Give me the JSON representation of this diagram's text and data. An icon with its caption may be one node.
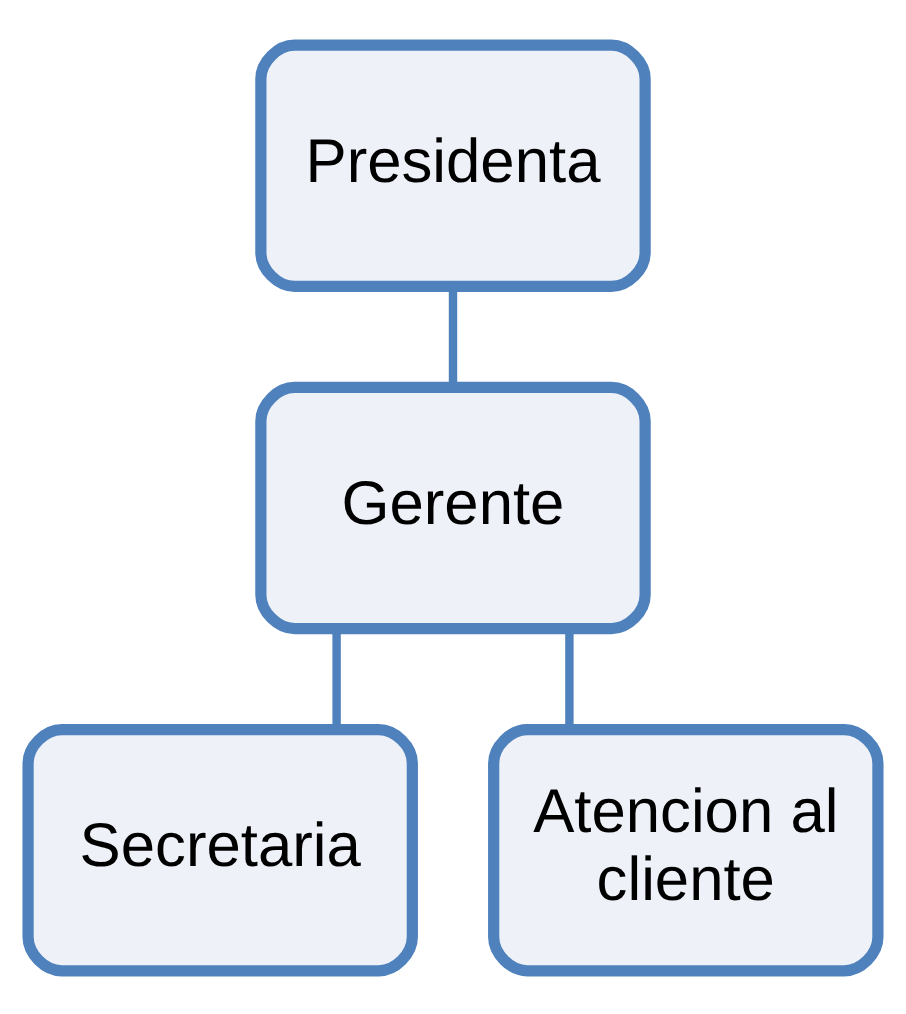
{
  "diagram": {
    "nodes": [
      {
        "text": [
          "Presidenta"
        ]
      },
      {
        "text": [
          "Gerente"
        ]
      },
      {
        "text": [
          "Secretaria"
        ]
      },
      {
        "text": [
          "Atencion al cliente"
        ]
      }
    ],
    "edges": [
      {
        "from": 0,
        "to": 1,
        "arrow": "none"
      },
      {
        "from": 1,
        "to": 2,
        "arrow": "none"
      },
      {
        "from": 1,
        "to": 3,
        "arrow": "none"
      }
    ]
  }
}
